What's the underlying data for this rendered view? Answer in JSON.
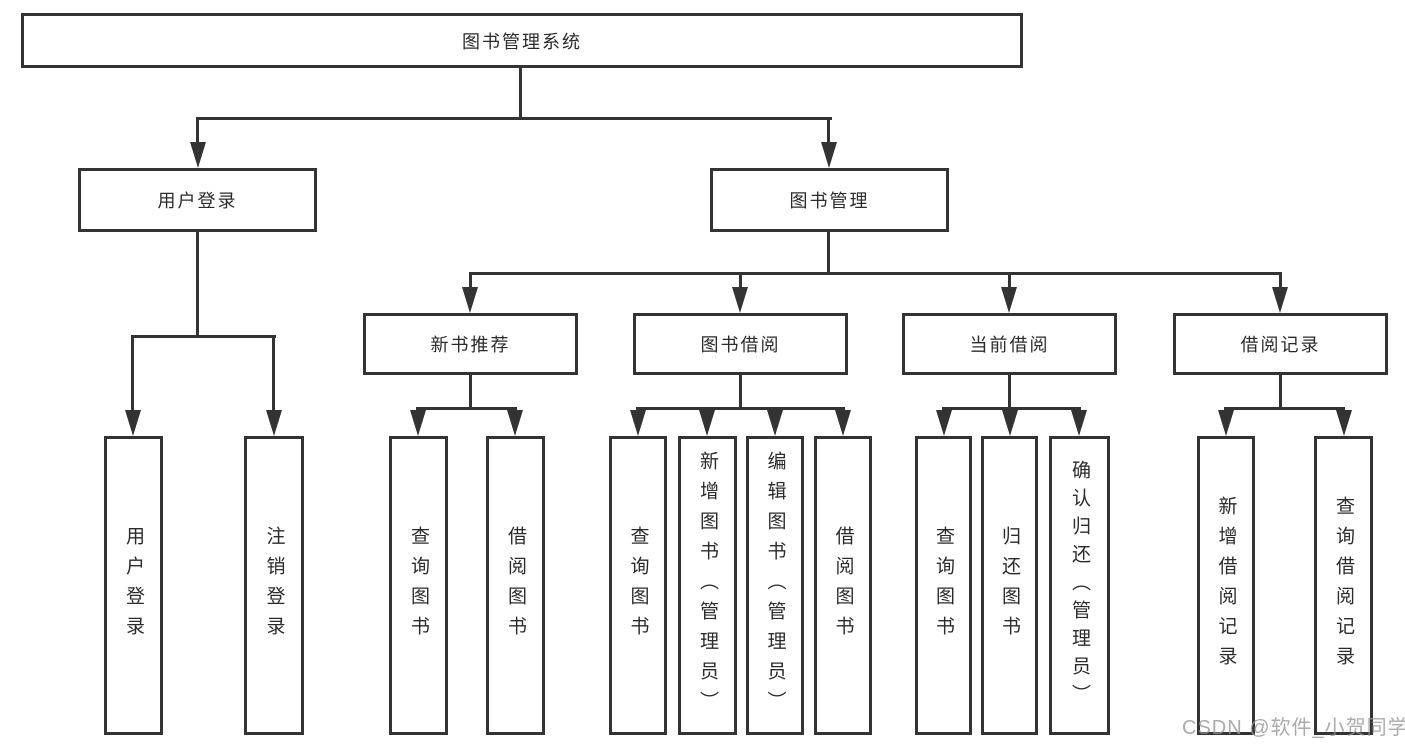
{
  "diagram": {
    "root": {
      "label": "图书管理系统"
    },
    "level2": {
      "user_login": {
        "label": "用户登录"
      },
      "book_mgmt": {
        "label": "图书管理"
      }
    },
    "level3": {
      "new_book": {
        "label": "新书推荐"
      },
      "book_borrow": {
        "label": "图书借阅"
      },
      "current_borrow": {
        "label": "当前借阅"
      },
      "borrow_records": {
        "label": "借阅记录"
      }
    },
    "leaves": {
      "user_login": [
        {
          "label": "用户登录"
        },
        {
          "label": "注销登录"
        }
      ],
      "new_book": [
        {
          "label": "查询图书"
        },
        {
          "label": "借阅图书"
        }
      ],
      "book_borrow": [
        {
          "label": "查询图书"
        },
        {
          "label": "新增图书（管理员）"
        },
        {
          "label": "编辑图书（管理员）"
        },
        {
          "label": "借阅图书"
        }
      ],
      "current_borrow": [
        {
          "label": "查询图书"
        },
        {
          "label": "归还图书"
        },
        {
          "label": "确认归还（管理员）"
        }
      ],
      "borrow_records": [
        {
          "label": "新增借阅记录"
        },
        {
          "label": "查询借阅记录"
        }
      ]
    },
    "watermark": "CSDN @软件_小贺同学",
    "colors": {
      "line": "#333333",
      "text": "#2b2b2b",
      "watermark": "#969696",
      "background": "#ffffff"
    }
  }
}
